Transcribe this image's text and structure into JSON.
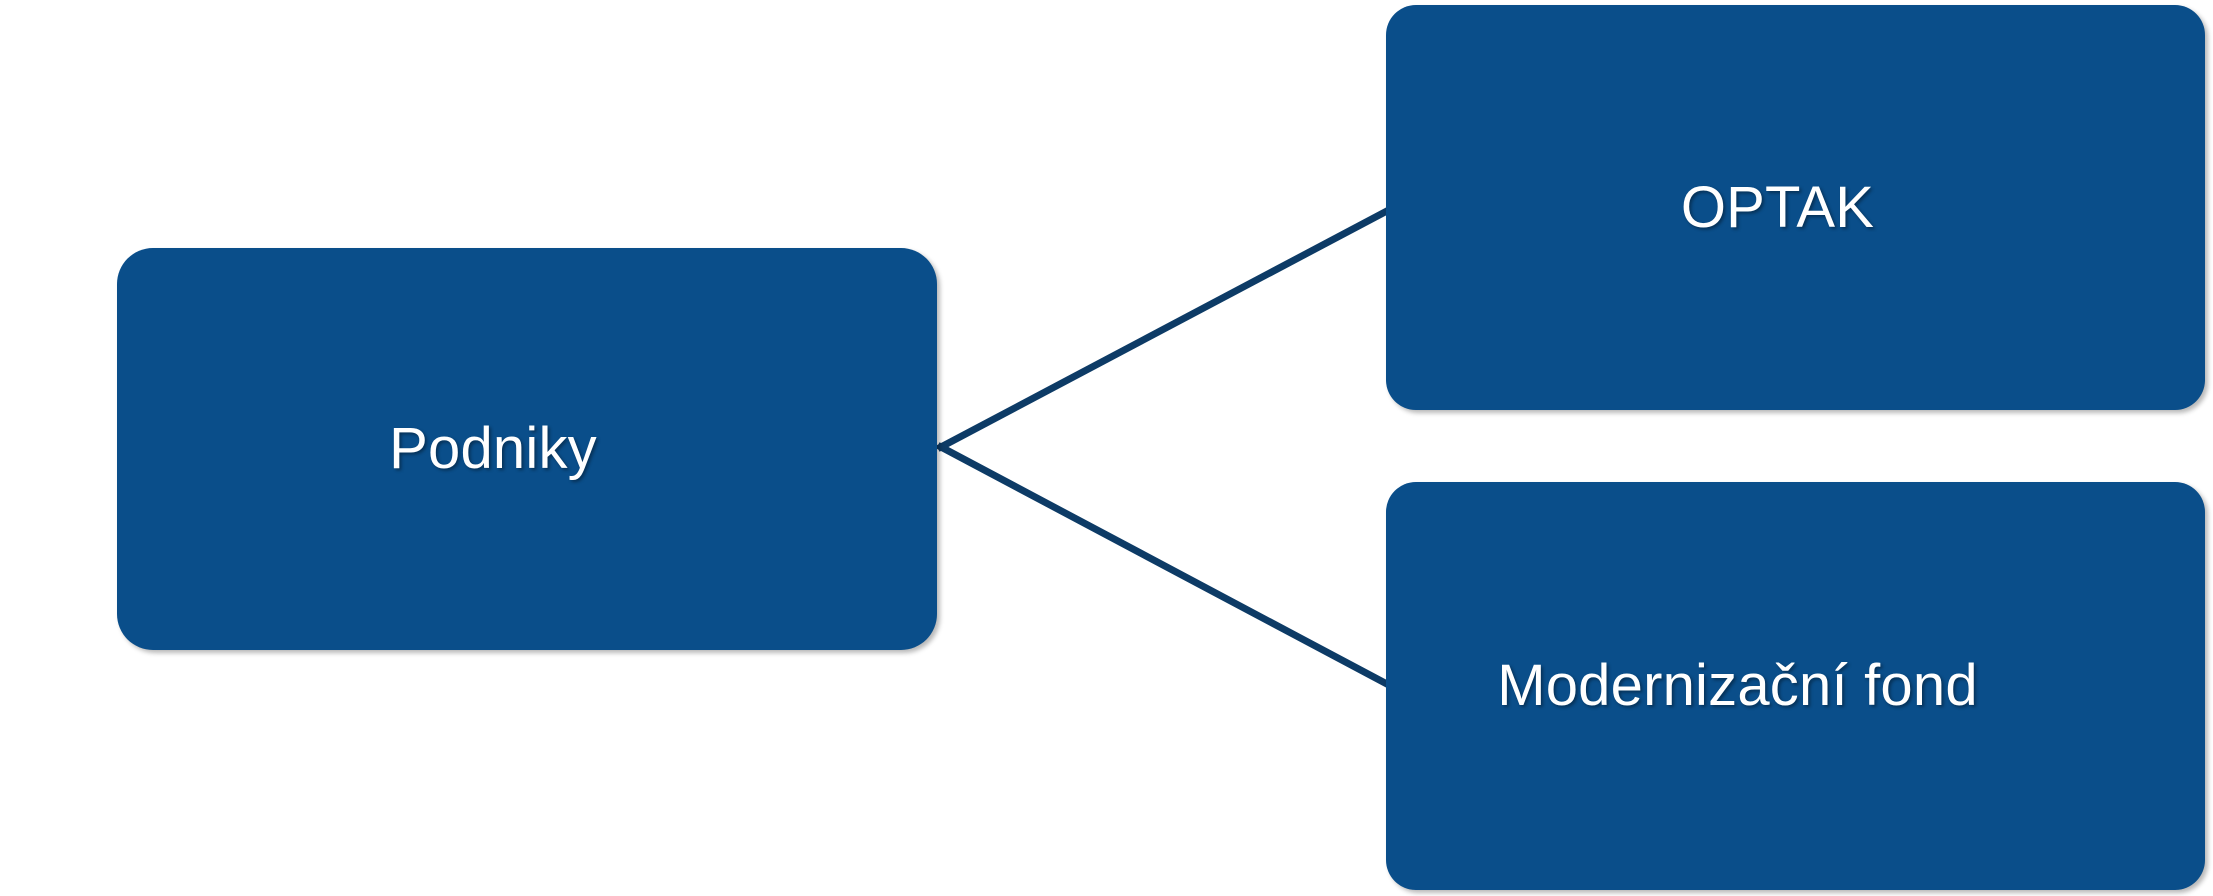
{
  "diagram": {
    "type": "tree",
    "orientation": "left-to-right",
    "background_color": "#ffffff",
    "node_fill_color": "#0a4e8a",
    "node_text_color": "#ffffff",
    "connector_color": "#0d3b66",
    "nodes": [
      {
        "id": "podniky",
        "label": "Podniky",
        "role": "root",
        "column": 1
      },
      {
        "id": "optak",
        "label": "OPTAK",
        "role": "child",
        "column": 2
      },
      {
        "id": "modernizacni-fond",
        "label": "Modernizační fond",
        "role": "child",
        "column": 2
      }
    ],
    "connectors": [
      {
        "id": "podniky-to-optak",
        "from": "podniky",
        "to": "optak"
      },
      {
        "id": "podniky-to-modernizacni-fond",
        "from": "podniky",
        "to": "modernizacni-fond"
      }
    ]
  }
}
